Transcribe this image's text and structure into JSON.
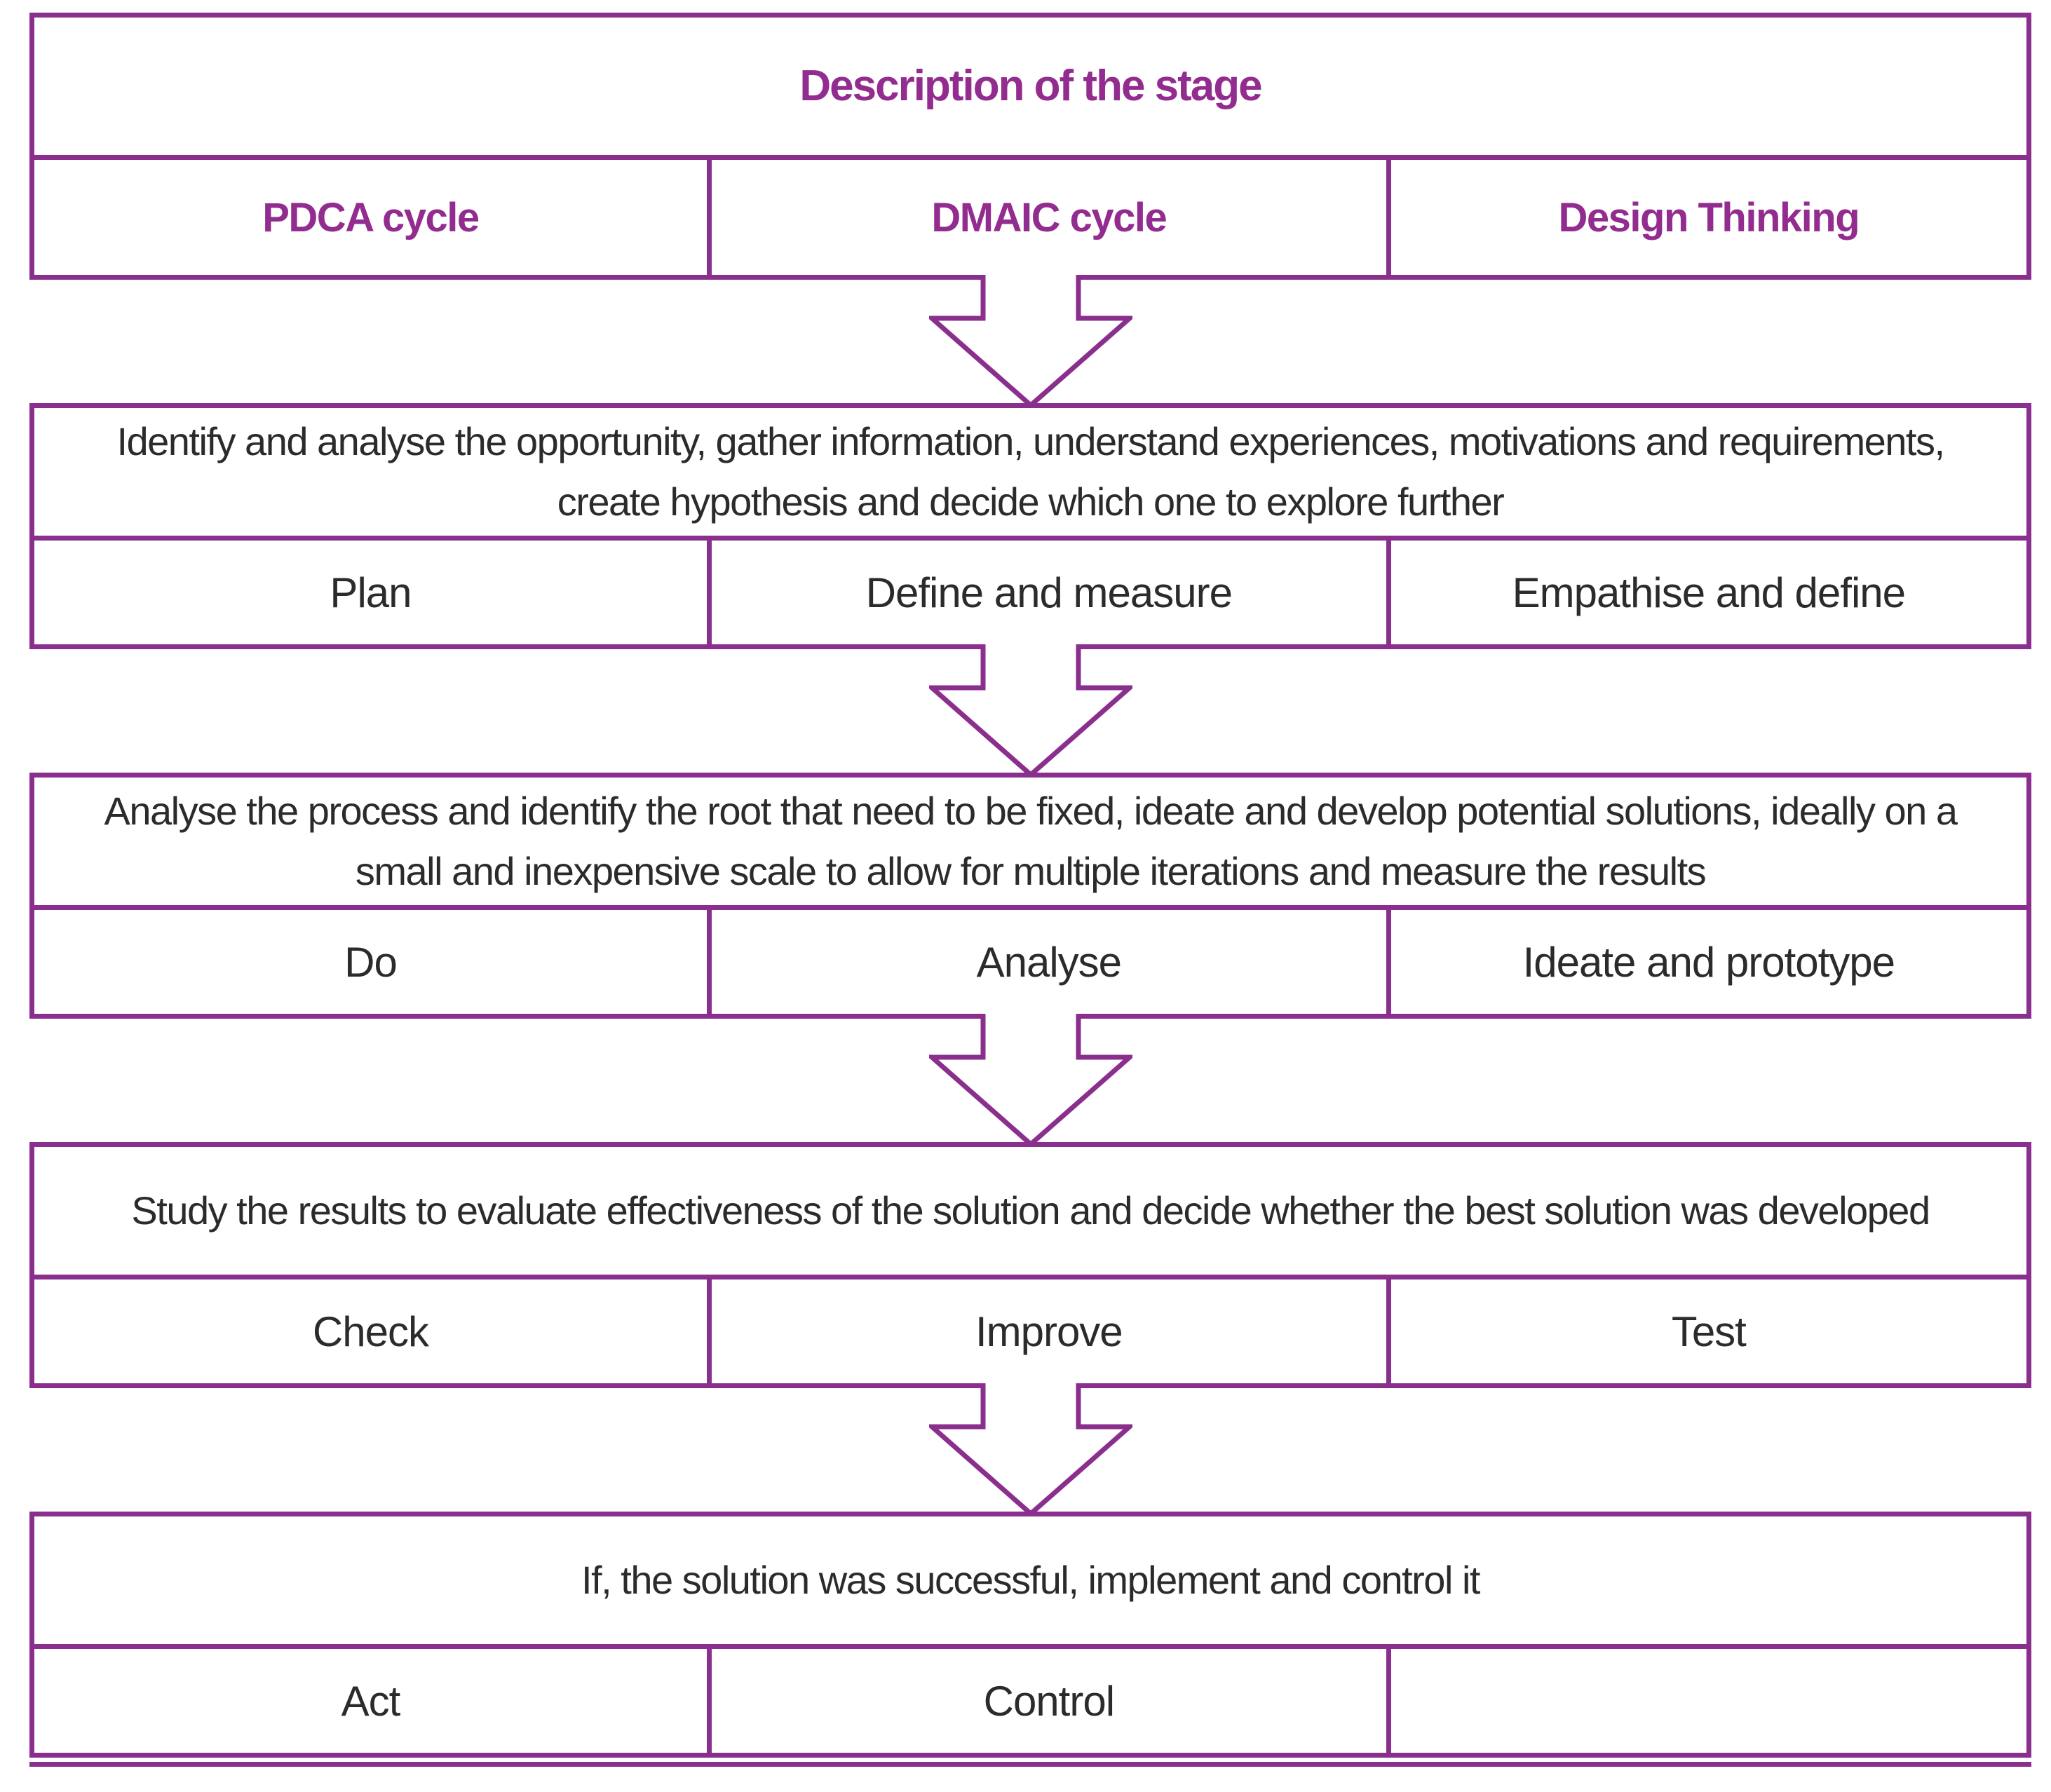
{
  "colors": {
    "border_purple": "#8B2F8E",
    "heading_purple": "#932C8F",
    "body_text": "#2B2B2B"
  },
  "header": {
    "title": "Description of the stage",
    "columns": [
      "PDCA cycle",
      "DMAIC cycle",
      "Design Thinking"
    ]
  },
  "stages": [
    {
      "description": "Identify and analyse the opportunity, gather information, understand experiences, motivations and requirements, create hypothesis and decide which one to explore further",
      "cells": [
        "Plan",
        "Define and measure",
        "Empathise and define"
      ]
    },
    {
      "description": "Analyse the process and identify the root that need to be fixed, ideate and develop potential solutions, ideally on a small and inexpensive scale to allow for multiple iterations and measure the results",
      "cells": [
        "Do",
        "Analyse",
        "Ideate and prototype"
      ]
    },
    {
      "description": "Study the results to evaluate effectiveness of the solution and decide whether the best solution was developed",
      "cells": [
        "Check",
        "Improve",
        "Test"
      ]
    },
    {
      "description": "If, the solution was successful, implement and control it",
      "cells": [
        "Act",
        "Control",
        ""
      ]
    }
  ]
}
